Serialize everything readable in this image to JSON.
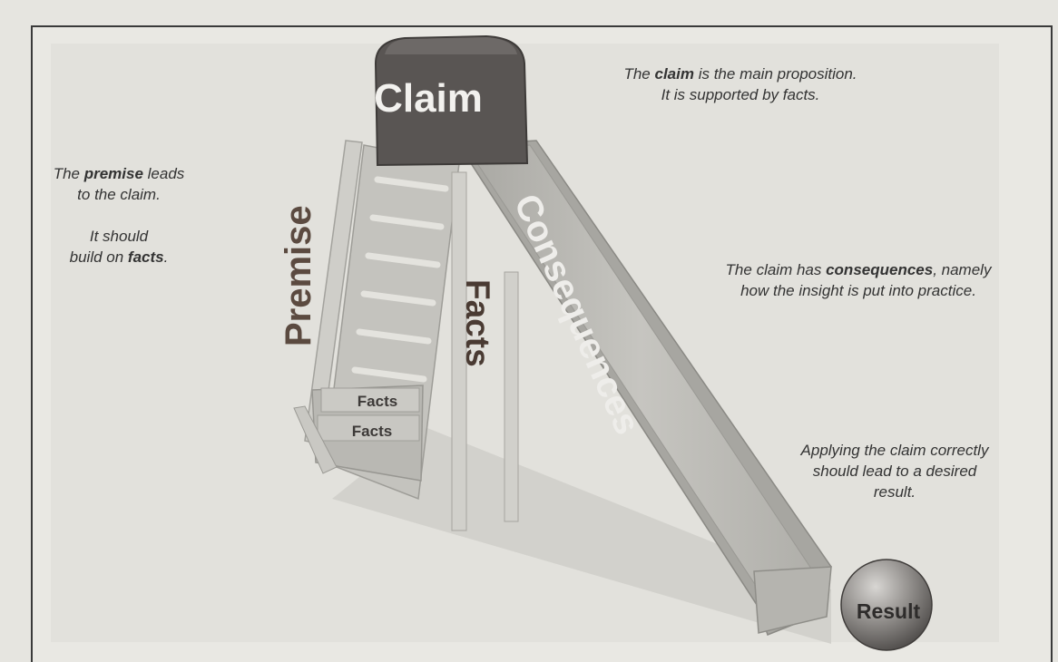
{
  "labels": {
    "claim": "Claim",
    "premise": "Premise",
    "facts": "Facts",
    "consequences": "Consequences",
    "step_facts_upper": "Facts",
    "step_facts_lower": "Facts",
    "result": "Result"
  },
  "annotations": {
    "claim_line1_pre": "The ",
    "claim_line1_bold": "claim",
    "claim_line1_post": " is the main proposition.",
    "claim_line2": "It is supported by facts.",
    "premise_line1_pre": "The ",
    "premise_line1_bold": "premise",
    "premise_line1_post": " leads",
    "premise_line2": "to the claim.",
    "premise_line3": "It should",
    "premise_line4_pre": "build on ",
    "premise_line4_bold": "facts",
    "premise_line4_post": ".",
    "consequences_line1_pre": "The claim has ",
    "consequences_line1_bold": "consequences",
    "consequences_line1_post": ", namely",
    "consequences_line2": "how the insight is put into practice.",
    "result_line1": "Applying the claim correctly",
    "result_line2": "should lead to a desired",
    "result_line3": "result."
  },
  "colors": {
    "claim_block": "#595553",
    "slide_chute": "#bdbcb7",
    "ladder": "#c9c8c3",
    "label_brown": "#5b4a40",
    "result_ball": "#8f8c89"
  }
}
